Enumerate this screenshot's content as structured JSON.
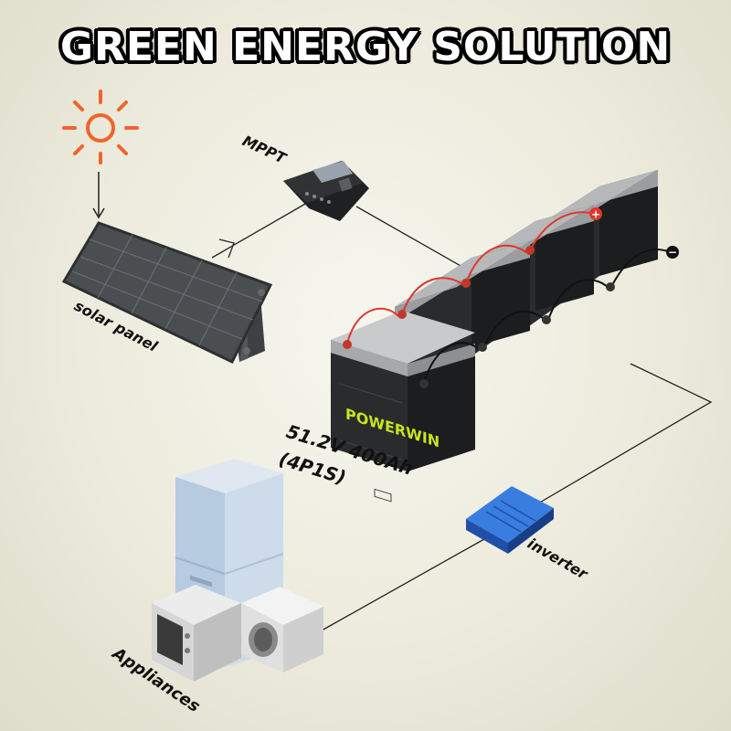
{
  "title": "GREEN ENERGY SOLUTION",
  "labels": {
    "mppt": "MPPT",
    "solar_panel": "solar panel",
    "battery_line1": "51.2V 400Ah",
    "battery_line2": "(4P1S)",
    "inverter": "inverter",
    "appliances": "Appliances"
  },
  "battery_brand": "POWERWIN",
  "terminals": {
    "positive": "+",
    "negative": "−"
  },
  "colors": {
    "sun": "#f0642a",
    "positive_wire": "#e0352b",
    "negative_wire": "#111111",
    "battery_body": "#2a2b2d",
    "battery_lid": "#b7b8ba",
    "brand_green": "#c8e61c",
    "inverter_blue": "#2563c9",
    "connection_line": "#222222"
  }
}
